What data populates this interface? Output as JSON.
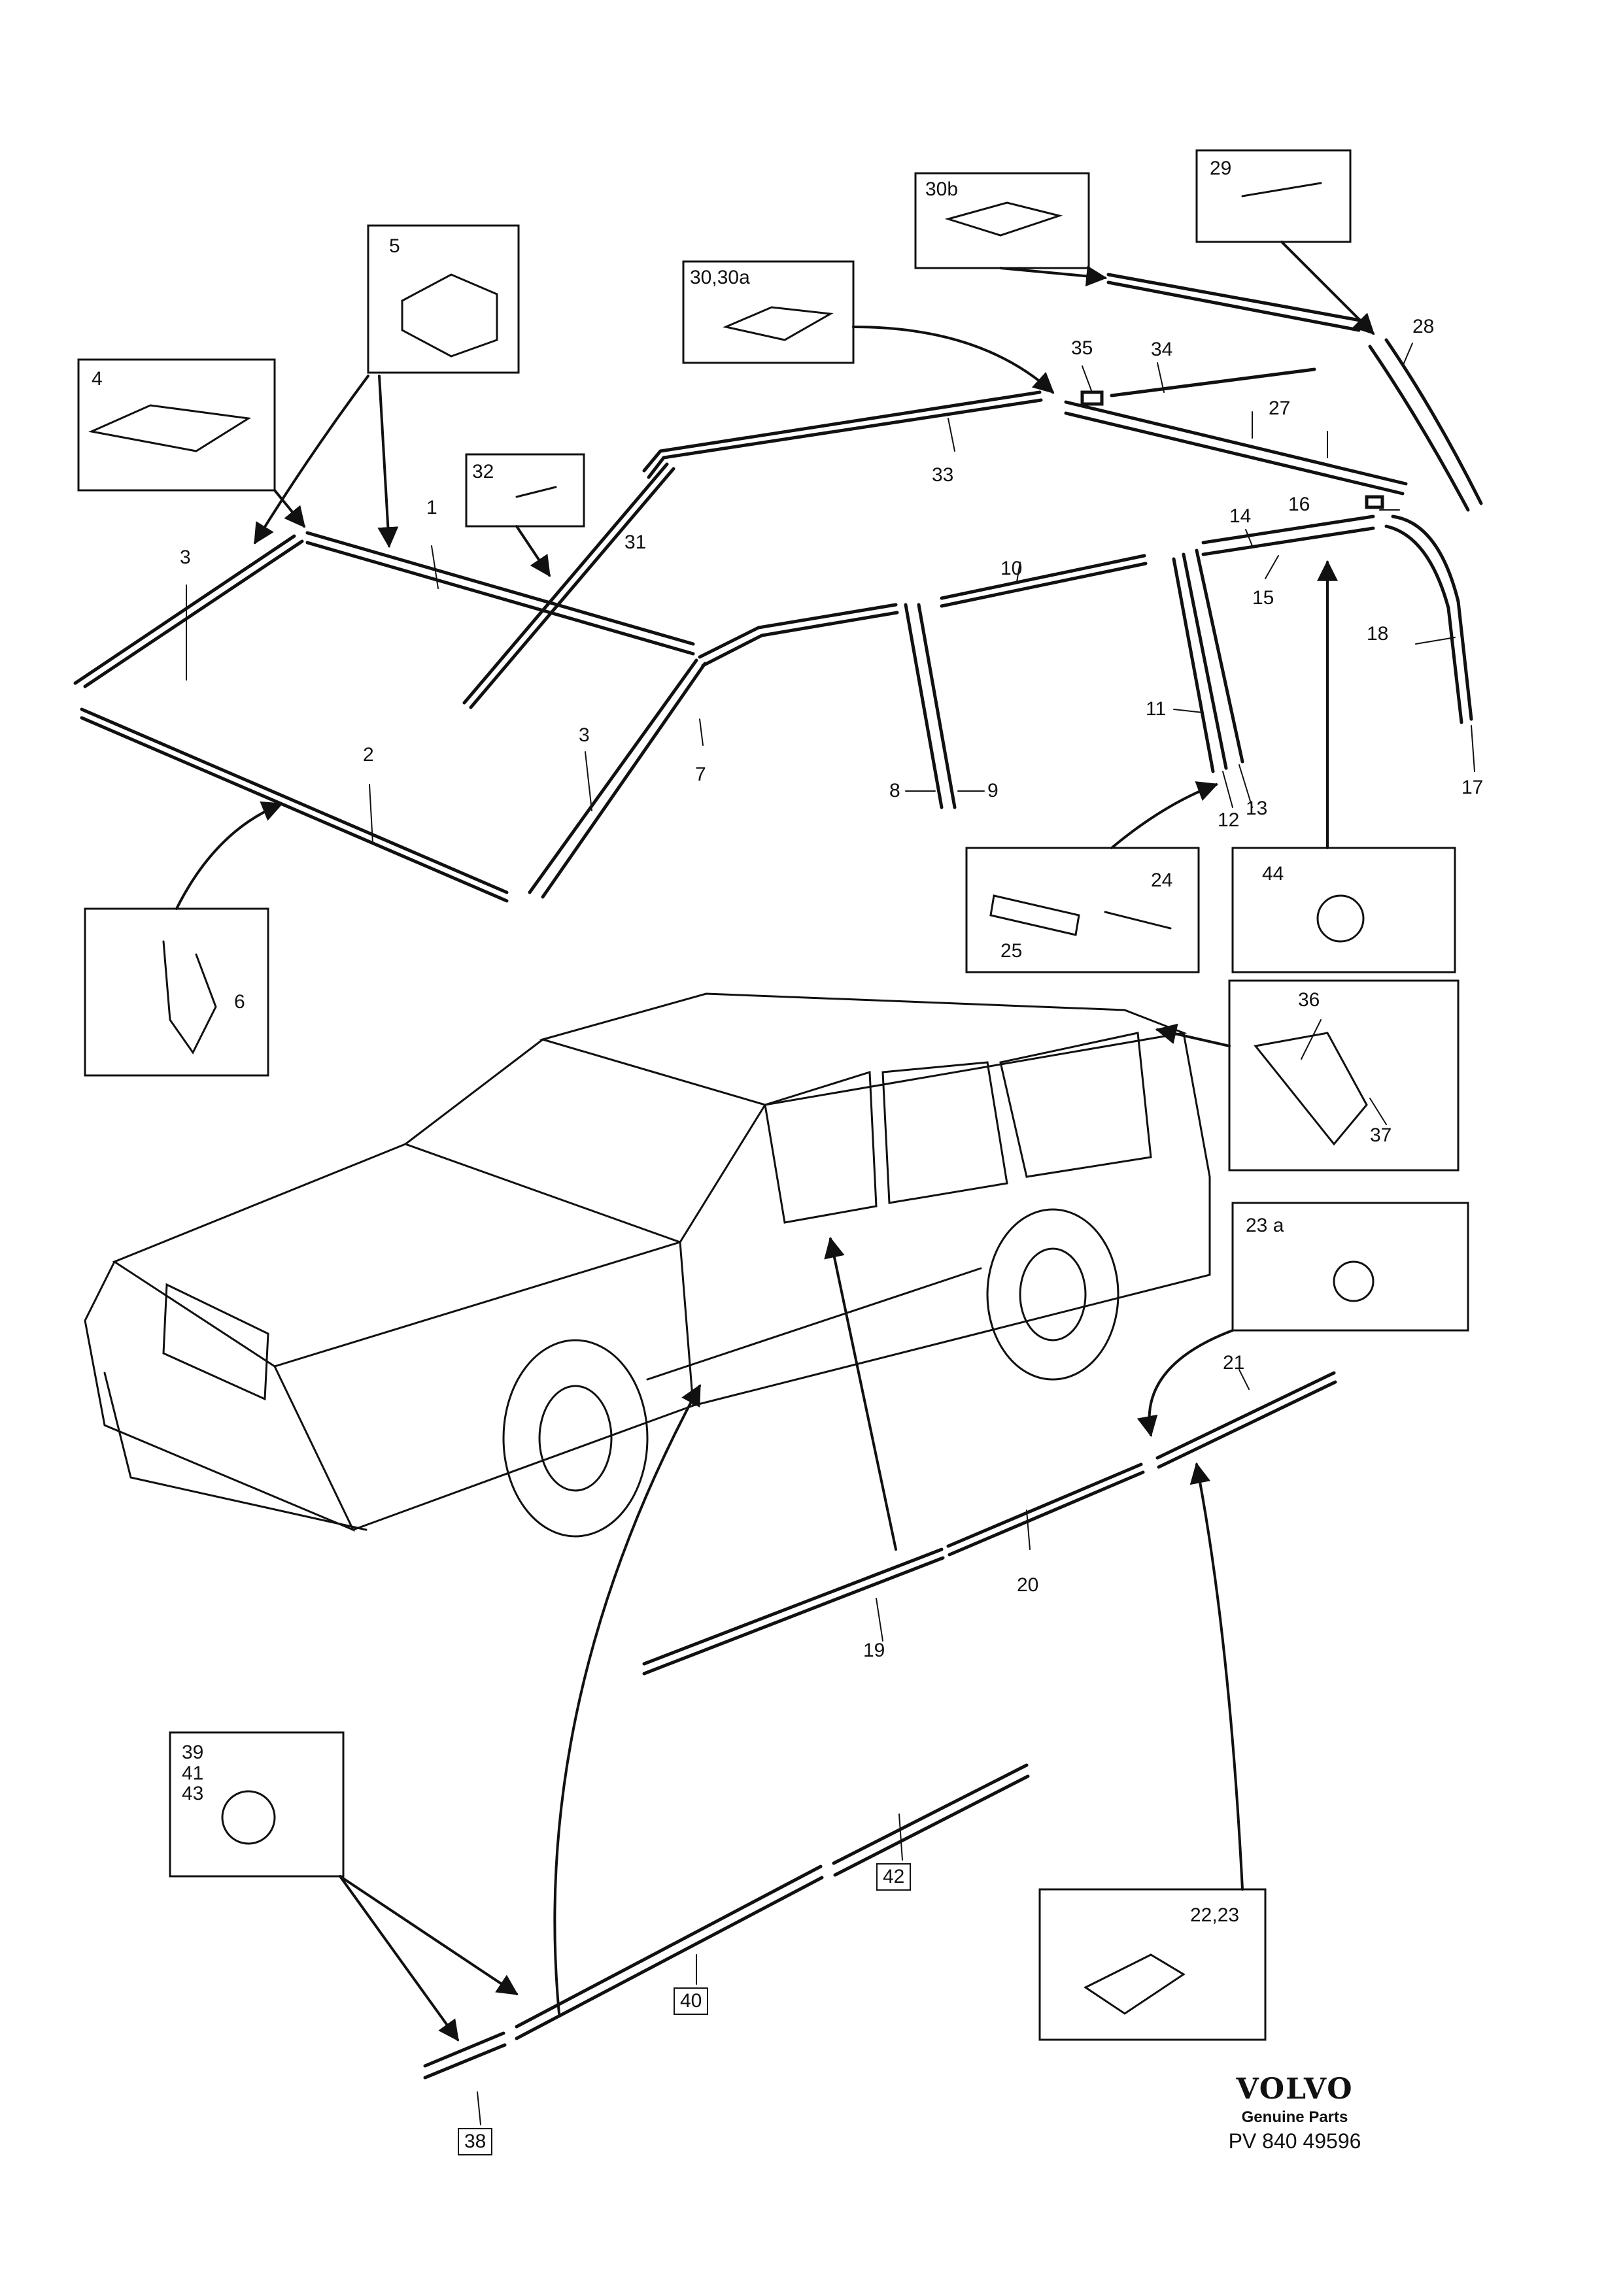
{
  "labels": {
    "l1": "1",
    "l2": "2",
    "l3a": "3",
    "l3b": "3",
    "l5": "5",
    "l4": "4",
    "l6": "6",
    "l7": "7",
    "l8": "8",
    "l9": "9",
    "l10": "10",
    "l11": "11",
    "l12": "12",
    "l13": "13",
    "l14": "14",
    "l15": "15",
    "l16": "16",
    "l17": "17",
    "l18": "18",
    "l19": "19",
    "l20": "20",
    "l21": "21",
    "l24": "24",
    "l25": "25",
    "l27": "27",
    "l28": "28",
    "l29": "29",
    "l30b": "30b",
    "l30": "30,30a",
    "l31": "31",
    "l32": "32",
    "l33": "33",
    "l34": "34",
    "l35": "35",
    "l36": "36",
    "l37": "37",
    "l44": "44",
    "l23a": "23 a",
    "l2223": "22,23",
    "l394143": "39\n41\n43",
    "l38": "38",
    "l40": "40",
    "l42": "42"
  },
  "brand": {
    "name": "VOLVO",
    "subtitle": "Genuine Parts",
    "code": "PV 840 49596"
  }
}
